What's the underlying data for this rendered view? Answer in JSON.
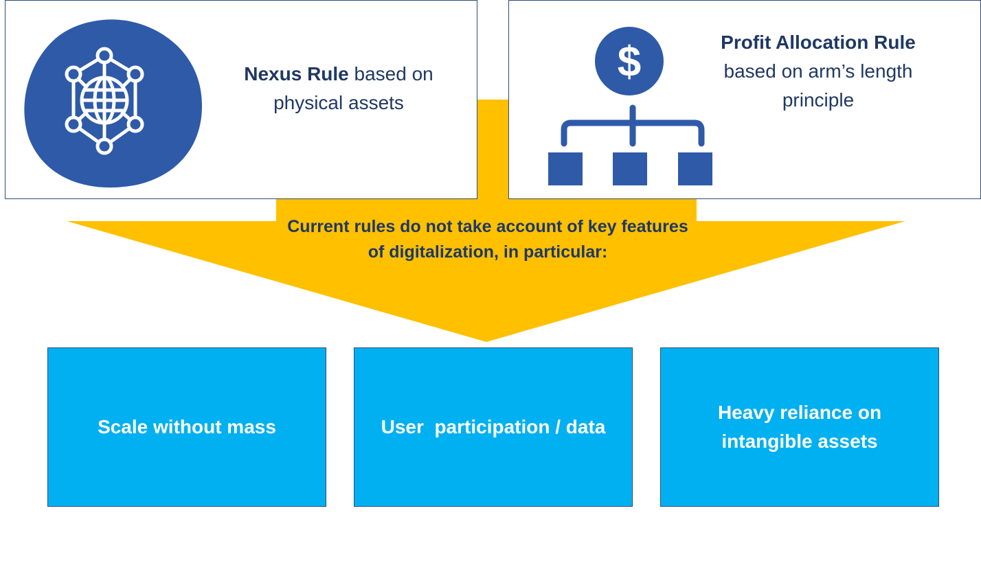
{
  "colors": {
    "arrow": "#ffc000",
    "navy": "#1f3864",
    "icon_blue": "#2e5aa8",
    "feature_blue": "#00b0f0",
    "border": "#2e4a7a"
  },
  "cards": [
    {
      "id": "nexus",
      "bold": "Nexus Rule",
      "rest": " based on physical assets",
      "icon": "network-globe-icon"
    },
    {
      "id": "profit",
      "bold": "Profit Allocation Rule",
      "rest": "based on arm’s length principle",
      "icon": "dollar-hierarchy-icon"
    }
  ],
  "arrow": {
    "caption": "Current rules do not take account of key features of digitalization, in particular:"
  },
  "features": [
    {
      "label": "Scale without mass"
    },
    {
      "label": "User  participation / data"
    },
    {
      "label": "Heavy reliance on intangible assets"
    }
  ]
}
